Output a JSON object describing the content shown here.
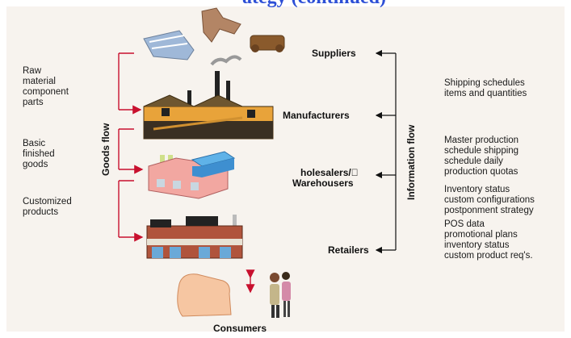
{
  "title_fragment": "ategy (continued)",
  "flows": {
    "goods": "Goods flow",
    "information": "Information flow"
  },
  "goods_labels": [
    {
      "lines": [
        "Raw",
        "material",
        "component",
        "parts"
      ]
    },
    {
      "lines": [
        "Basic",
        "finished",
        "goods"
      ]
    },
    {
      "lines": [
        "Customized",
        "products"
      ]
    }
  ],
  "nodes": {
    "suppliers": "Suppliers",
    "manufacturers": "Manufacturers",
    "wholesalers_line1": "holesalers/⃞",
    "wholesalers_line2": "Warehousers",
    "retailers": "Retailers",
    "consumers": "Consumers"
  },
  "info_labels": [
    {
      "lines": [
        "Shipping schedules",
        "items and quantities"
      ]
    },
    {
      "lines": [
        "Master production",
        "schedule shipping",
        "schedule daily",
        "production quotas"
      ]
    },
    {
      "lines": [
        "Inventory status",
        "custom configurations",
        "postponment strategy"
      ]
    },
    {
      "lines": [
        "POS data",
        "promotional plans",
        "inventory status",
        "custom product req's."
      ]
    }
  ],
  "colors": {
    "goods_arrow": "#c8102e",
    "info_arrow": "#111111",
    "title": "#2d4fd6"
  },
  "icons": [
    "raw-materials-icon",
    "factory-icon",
    "warehouse-icon",
    "retail-store-icon",
    "armchair-icon",
    "shoppers-icon"
  ]
}
